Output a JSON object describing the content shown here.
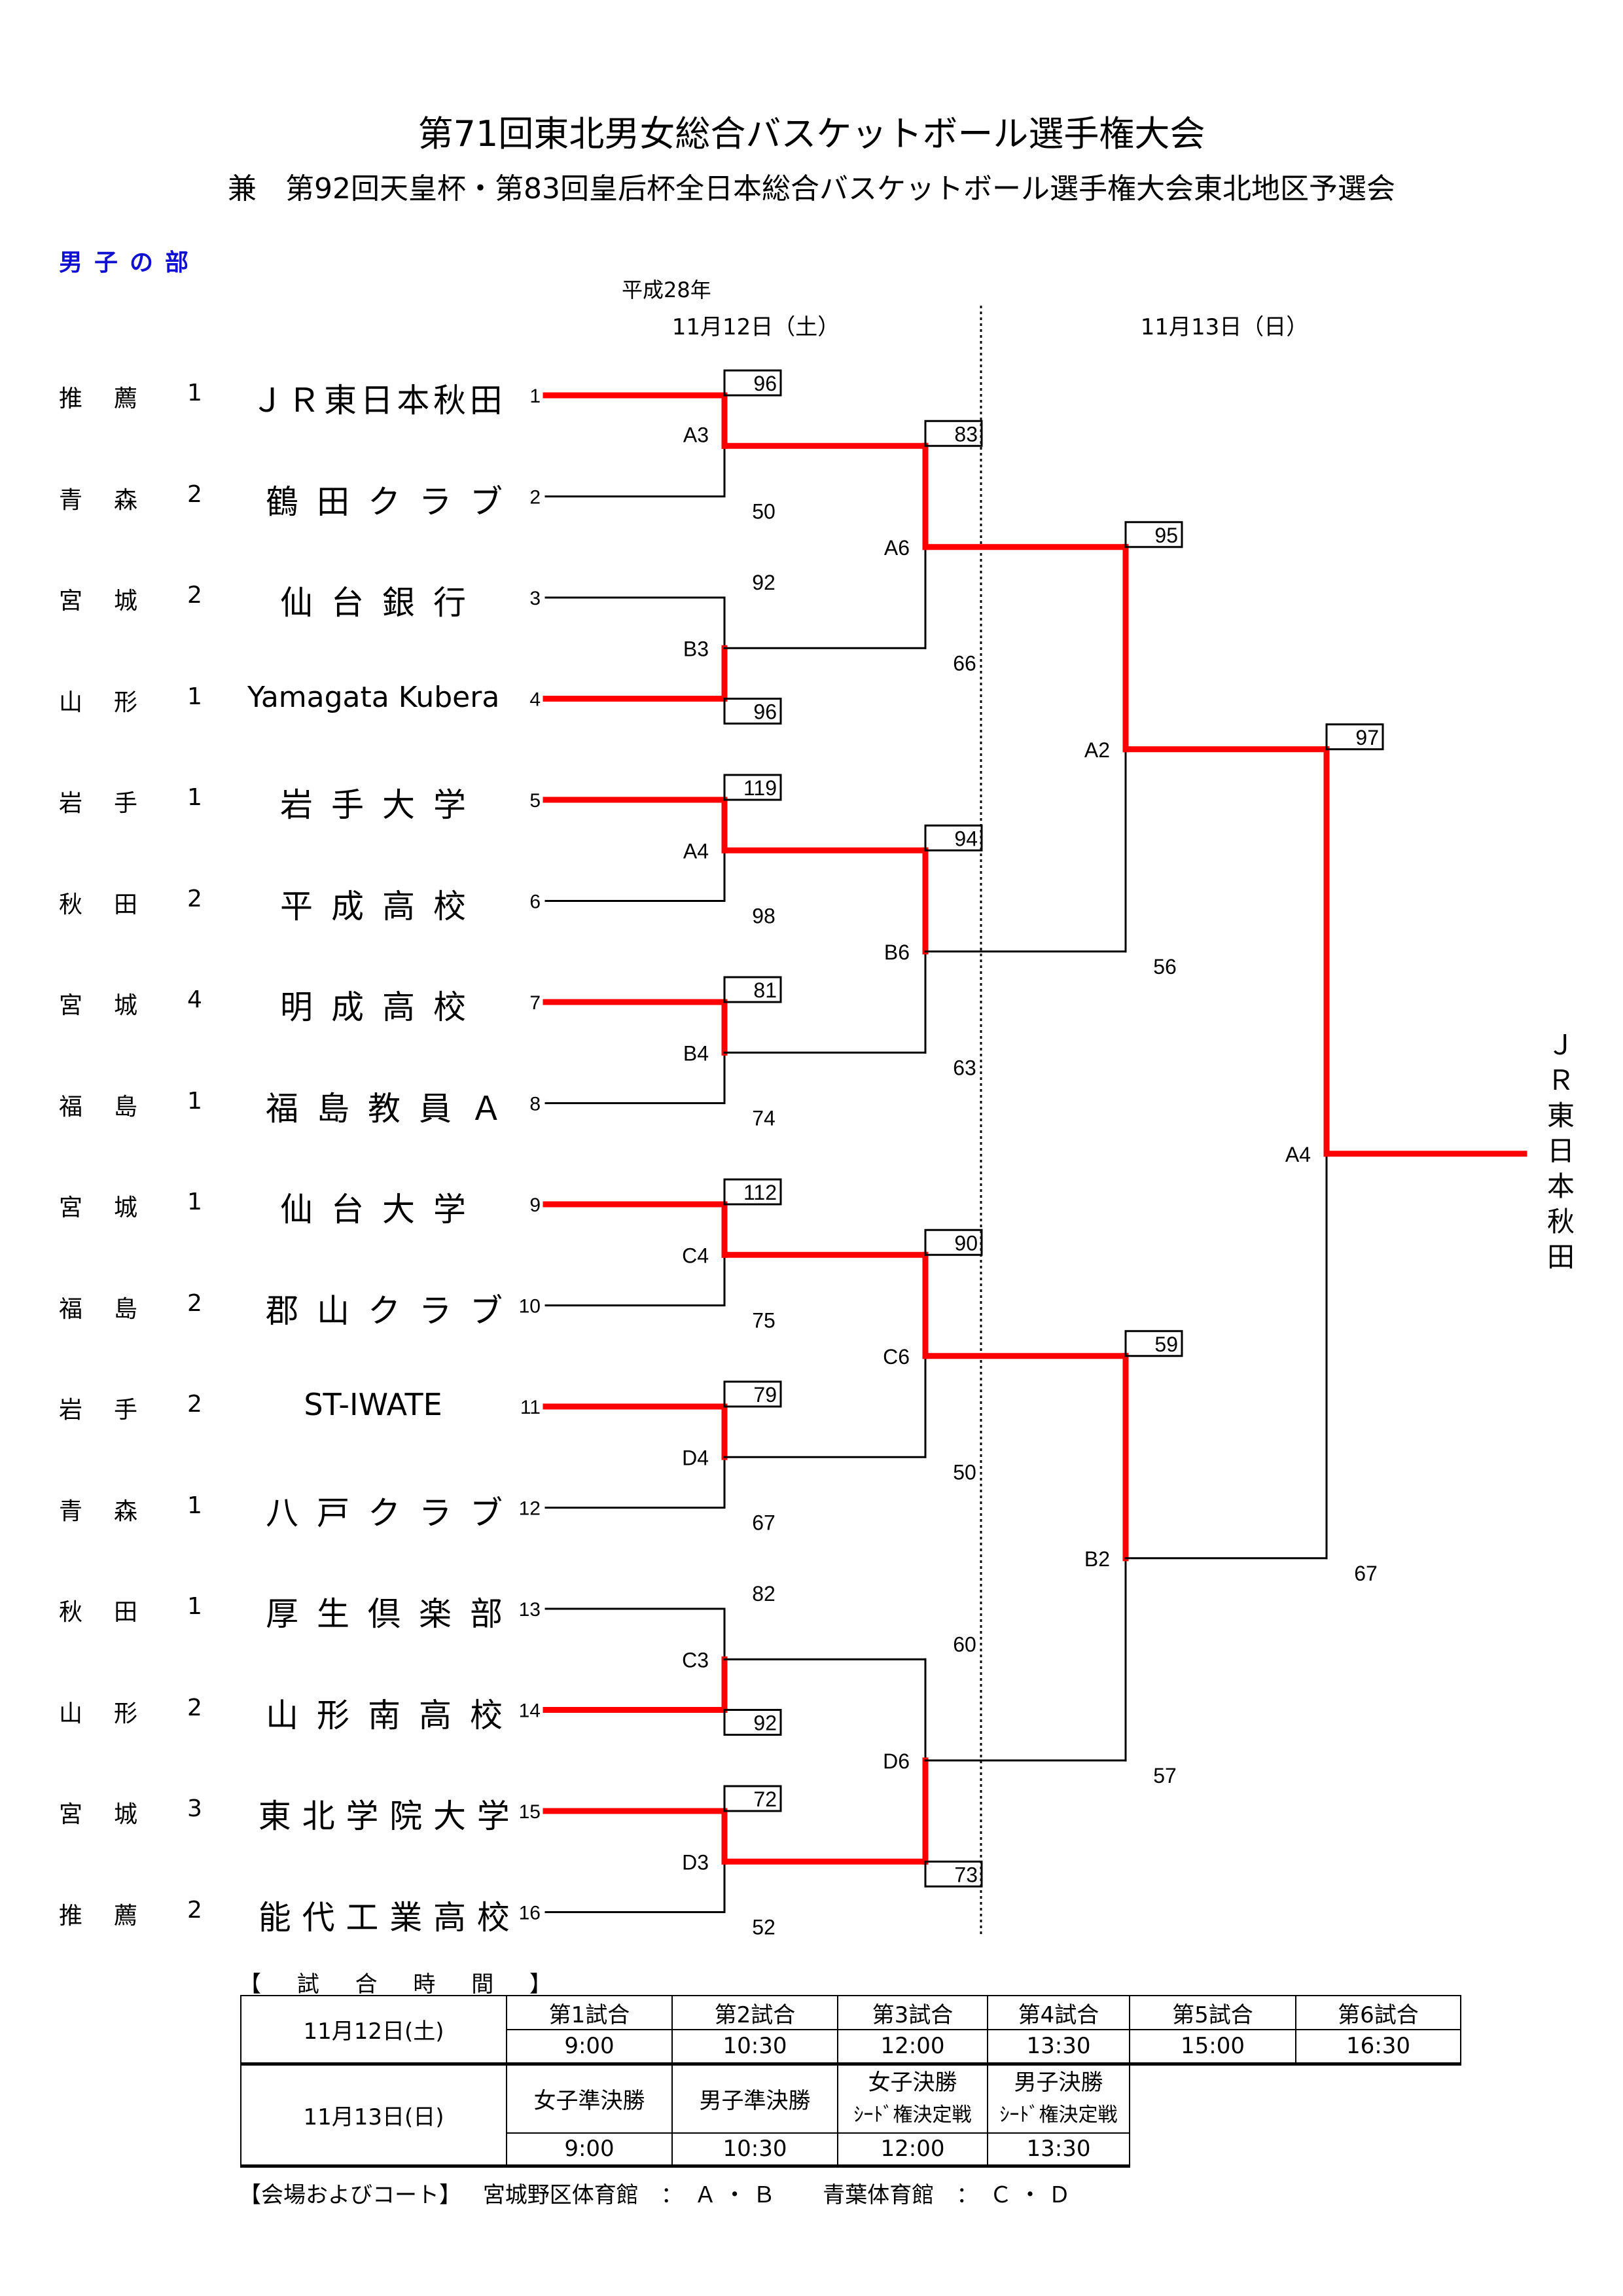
{
  "header": {
    "title": "第71回東北男女総合バスケットボール選手権大会",
    "subtitle": "兼　第92回天皇杯・第83回皇后杯全日本総合バスケットボール選手権大会東北地区予選会",
    "section": "男子の部",
    "era": "平成28年",
    "day1": "11月12日（土）",
    "day2": "11月13日（日）"
  },
  "teams": [
    {
      "pref": "推薦",
      "seed": "1",
      "name": "ＪＲ東日本秋田",
      "slot": "1"
    },
    {
      "pref": "青森",
      "seed": "2",
      "name": "鶴田クラブ",
      "slot": "2"
    },
    {
      "pref": "宮城",
      "seed": "2",
      "name": "仙台銀行",
      "slot": "3"
    },
    {
      "pref": "山形",
      "seed": "1",
      "name": "Yamagata Kubera",
      "slot": "4"
    },
    {
      "pref": "岩手",
      "seed": "1",
      "name": "岩手大学",
      "slot": "5"
    },
    {
      "pref": "秋田",
      "seed": "2",
      "name": "平成高校",
      "slot": "6"
    },
    {
      "pref": "宮城",
      "seed": "4",
      "name": "明成高校",
      "slot": "7"
    },
    {
      "pref": "福島",
      "seed": "1",
      "name": "福島教員Ａ",
      "slot": "8"
    },
    {
      "pref": "宮城",
      "seed": "1",
      "name": "仙台大学",
      "slot": "9"
    },
    {
      "pref": "福島",
      "seed": "2",
      "name": "郡山クラブ",
      "slot": "10"
    },
    {
      "pref": "岩手",
      "seed": "2",
      "name": "ST-IWATE",
      "slot": "11"
    },
    {
      "pref": "青森",
      "seed": "1",
      "name": "八戸クラブ",
      "slot": "12"
    },
    {
      "pref": "秋田",
      "seed": "1",
      "name": "厚生倶楽部",
      "slot": "13"
    },
    {
      "pref": "山形",
      "seed": "2",
      "name": "山形南高校",
      "slot": "14"
    },
    {
      "pref": "宮城",
      "seed": "3",
      "name": "東北学院大学",
      "slot": "15"
    },
    {
      "pref": "推薦",
      "seed": "2",
      "name": "能代工業高校",
      "slot": "16"
    }
  ],
  "rounds": [
    [
      {
        "label": "A3",
        "top": "96",
        "bottom": "50",
        "winner": "top"
      },
      {
        "label": "B3",
        "top": "92",
        "bottom": "96",
        "winner": "bottom"
      },
      {
        "label": "A4",
        "top": "119",
        "bottom": "98",
        "winner": "top"
      },
      {
        "label": "B4",
        "top": "81",
        "bottom": "74",
        "winner": "top"
      },
      {
        "label": "C4",
        "top": "112",
        "bottom": "75",
        "winner": "top"
      },
      {
        "label": "D4",
        "top": "79",
        "bottom": "67",
        "winner": "top"
      },
      {
        "label": "C3",
        "top": "82",
        "bottom": "92",
        "winner": "bottom"
      },
      {
        "label": "D3",
        "top": "72",
        "bottom": "52",
        "winner": "top"
      }
    ],
    [
      {
        "label": "A6",
        "top": "83",
        "bottom": "66",
        "winner": "top"
      },
      {
        "label": "B6",
        "top": "94",
        "bottom": "63",
        "winner": "top"
      },
      {
        "label": "C6",
        "top": "90",
        "bottom": "50",
        "winner": "top"
      },
      {
        "label": "D6",
        "top": "60",
        "bottom": "73",
        "winner": "bottom"
      }
    ],
    [
      {
        "label": "A2",
        "top": "95",
        "bottom": "56",
        "winner": "top"
      },
      {
        "label": "B2",
        "top": "59",
        "bottom": "57",
        "winner": "top"
      }
    ],
    [
      {
        "label": "A4",
        "top": "97",
        "bottom": "67",
        "winner": "top"
      }
    ]
  ],
  "champion": "ＪＲ東日本秋田",
  "colors": {
    "winner_line": "#ff0000",
    "loser_line": "#000000",
    "section": "#1010d0"
  },
  "schedule": {
    "label": "【 試 合 時 間 】",
    "day1": {
      "date": "11月12日(土)",
      "games": [
        {
          "name": "第1試合",
          "time": "9:00"
        },
        {
          "name": "第2試合",
          "time": "10:30"
        },
        {
          "name": "第3試合",
          "time": "12:00"
        },
        {
          "name": "第4試合",
          "time": "13:30"
        },
        {
          "name": "第5試合",
          "time": "15:00"
        },
        {
          "name": "第6試合",
          "time": "16:30"
        }
      ]
    },
    "day2": {
      "date": "11月13日(日)",
      "games": [
        {
          "name": "女子準決勝",
          "sub": "",
          "time": "9:00"
        },
        {
          "name": "男子準決勝",
          "sub": "",
          "time": "10:30"
        },
        {
          "name": "女子決勝",
          "sub": "ｼｰﾄﾞ権決定戦",
          "time": "12:00"
        },
        {
          "name": "男子決勝",
          "sub": "ｼｰﾄﾞ権決定戦",
          "time": "13:30"
        }
      ]
    }
  },
  "venue": {
    "label": "【会場およびコート】",
    "v1": "宮城野区体育館　：　Ａ ・ Ｂ",
    "v2": "青葉体育館　：　Ｃ ・ Ｄ"
  }
}
